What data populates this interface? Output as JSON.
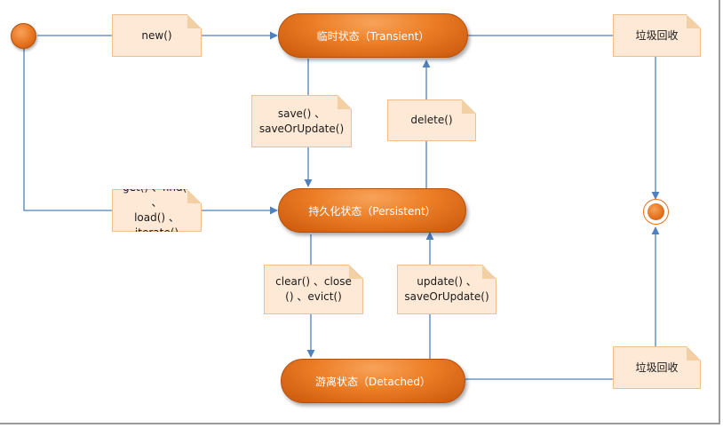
{
  "states": {
    "transient": "临时状态（Transient）",
    "persistent": "持久化状态（Persistent）",
    "detached": "游离状态（Detached）"
  },
  "notes": {
    "new": "new()",
    "gc_top": "垃圾回收",
    "save_line1": "save() 、",
    "save_line2": "saveOrUpdate()",
    "delete": "delete()",
    "get_line1": "get() 、find() 、",
    "get_line2": "load() 、iterate()",
    "clear_line1": "clear() 、close",
    "clear_line2": "() 、evict()",
    "update_line1": "update() 、",
    "update_line2": "saveOrUpdate()",
    "gc_bottom": "垃圾回收"
  },
  "colors": {
    "state_fill": "#ec7d25",
    "note_fill": "#fde9d5",
    "connector": "#4f81bd"
  }
}
